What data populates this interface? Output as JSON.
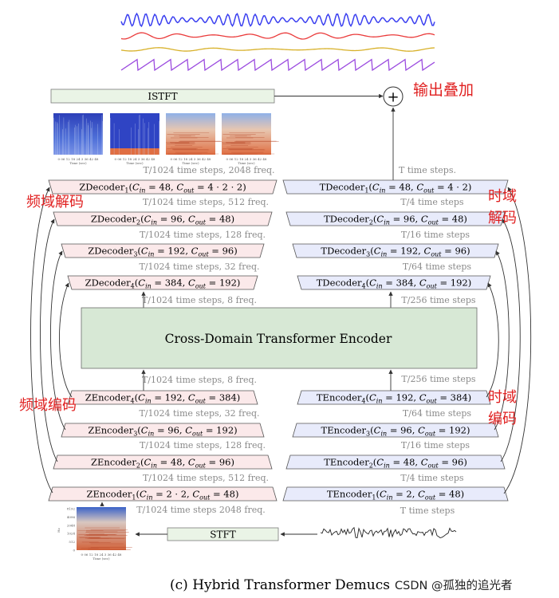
{
  "colors": {
    "zbox_fill": "#fbe9ea",
    "tbox_fill": "#e8ebfb",
    "center_fill": "#d7e8d5",
    "istft_fill": "#eaf4e6",
    "annot_red": "#e02020",
    "meta_gray": "#8a8a8a",
    "wave_blue": "#3a3ff0",
    "wave_red": "#ea3a3a",
    "wave_yellow": "#d8b12a",
    "wave_purple": "#9b4bdf"
  },
  "blocks": {
    "istft": "ISTFT",
    "stft": "STFT",
    "center": "Cross-Domain Transformer Encoder",
    "plus": "+"
  },
  "annotations": {
    "output_add": "输出叠加",
    "freq_decode": "频域解码",
    "time_decode_1": "时域",
    "time_decode_2": "解码",
    "freq_encode": "频域编码",
    "time_encode_1": "时域",
    "time_encode_2": "编码"
  },
  "zdecoders": [
    {
      "name": "ZDecoder",
      "sub": "1",
      "cin": "48",
      "cout": "4 · 2 · 2"
    },
    {
      "name": "ZDecoder",
      "sub": "2",
      "cin": "96",
      "cout": "48"
    },
    {
      "name": "ZDecoder",
      "sub": "3",
      "cin": "192",
      "cout": "96"
    },
    {
      "name": "ZDecoder",
      "sub": "4",
      "cin": "384",
      "cout": "192"
    }
  ],
  "tdecoders": [
    {
      "name": "TDecoder",
      "sub": "1",
      "cin": "48",
      "cout": "4 · 2"
    },
    {
      "name": "TDecoder",
      "sub": "2",
      "cin": "96",
      "cout": "48"
    },
    {
      "name": "TDecoder",
      "sub": "3",
      "cin": "192",
      "cout": "96"
    },
    {
      "name": "TDecoder",
      "sub": "4",
      "cin": "384",
      "cout": "192"
    }
  ],
  "zencoders": [
    {
      "name": "ZEncoder",
      "sub": "4",
      "cin": "192",
      "cout": "384"
    },
    {
      "name": "ZEncoder",
      "sub": "3",
      "cin": "96",
      "cout": "192"
    },
    {
      "name": "ZEncoder",
      "sub": "2",
      "cin": "48",
      "cout": "96"
    },
    {
      "name": "ZEncoder",
      "sub": "1",
      "cin": "2 · 2",
      "cout": "48"
    }
  ],
  "tencoders": [
    {
      "name": "TEncoder",
      "sub": "4",
      "cin": "192",
      "cout": "384"
    },
    {
      "name": "TEncoder",
      "sub": "3",
      "cin": "96",
      "cout": "192"
    },
    {
      "name": "TEncoder",
      "sub": "2",
      "cin": "48",
      "cout": "96"
    },
    {
      "name": "TEncoder",
      "sub": "1",
      "cin": "2",
      "cout": "48"
    }
  ],
  "freq_labels_dec": [
    "T/1024 time steps, 2048 freq.",
    "T/1024 time steps, 512 freq.",
    "T/1024 time steps, 128 freq.",
    "T/1024 time steps, 32 freq.",
    "T/1024 time steps, 8 freq."
  ],
  "time_labels_dec": [
    "T time steps.",
    "T/4 time steps",
    "T/16 time steps",
    "T/64 time steps",
    "T/256 time steps"
  ],
  "freq_labels_enc": [
    "T/1024 time steps, 8 freq.",
    "T/1024 time steps, 32 freq.",
    "T/1024 time steps, 128 freq.",
    "T/1024 time steps, 512 freq.",
    "T/1024 time steps 2048 freq."
  ],
  "time_labels_enc": [
    "T/256 time steps",
    "T/64 time steps",
    "T/16 time steps",
    "T/4 time steps",
    "T time steps"
  ],
  "spec_axis_ticks": "0  06 12 18 24  3  36 42 48",
  "spec_axis_label": "Time (sec)",
  "input_spec_yticks": [
    "8192",
    "4096",
    "2048",
    "1024",
    "512",
    "0"
  ],
  "input_spec_ylabel": "Hz",
  "caption": "(c) Hybrid Transformer Demucs",
  "watermark": "CSDN @孤独的追光者"
}
